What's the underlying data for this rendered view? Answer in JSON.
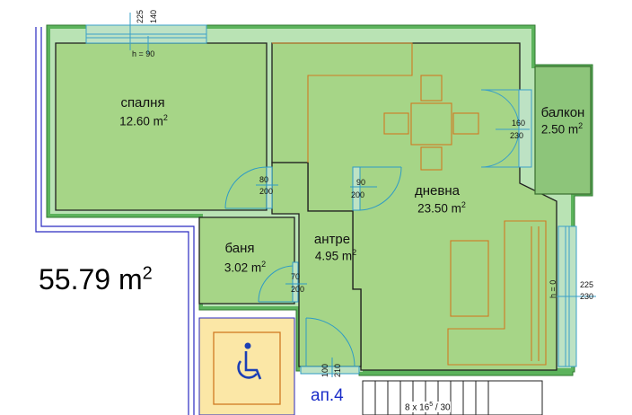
{
  "colors": {
    "wall": "#5cb35c",
    "floor": "#a6d587",
    "window": "#5fb9d8",
    "furniture": "#d07a22",
    "accessible_bg": "#fbe7a6",
    "accessible_fg": "#1b3fb5",
    "apt_label": "#1a2cc8"
  },
  "rooms": {
    "bedroom": {
      "name": "спалня",
      "area_num": "12.60 m",
      "area_sup": "2"
    },
    "living": {
      "name": "дневна",
      "area_num": "23.50 m",
      "area_sup": "2"
    },
    "bath": {
      "name": "баня",
      "area_num": "3.02 m",
      "area_sup": "2"
    },
    "hall": {
      "name": "антре",
      "area_num": "4.95 m",
      "area_sup": "2"
    },
    "balcony": {
      "name": "балкон",
      "area_num": "2.50 m",
      "area_sup": "2"
    }
  },
  "total_area": {
    "num": "55.79 m",
    "sup": "2"
  },
  "apartment_label": "ап.4",
  "dimensions": {
    "top_window_w": "225",
    "top_window_h": "140",
    "top_window_sill": "h = 90",
    "bedroom_door_w": "80",
    "bedroom_door_h": "200",
    "living_door_w": "90",
    "living_door_h": "200",
    "bath_door_w": "70",
    "bath_door_h": "200",
    "balcony_door_w": "160",
    "balcony_door_h": "230",
    "right_window_w": "225",
    "right_window_h": "230",
    "right_window_sill": "h = 0",
    "entry_door_w": "100",
    "entry_door_h": "210",
    "stairs_base": "8 x 16",
    "stairs_sup": "5",
    "stairs_tail": " / 30"
  },
  "icons": {
    "accessible": "wheelchair-icon"
  }
}
